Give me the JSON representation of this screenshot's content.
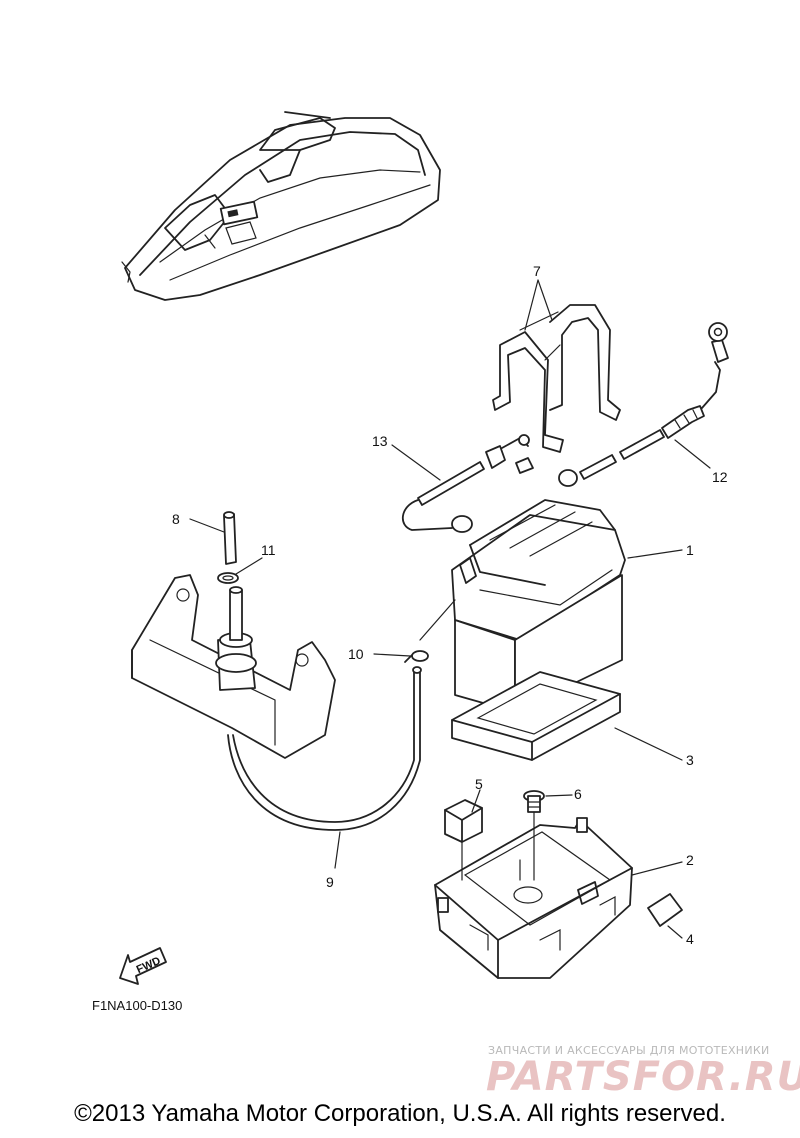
{
  "diagram": {
    "callouts": [
      "1",
      "2",
      "3",
      "4",
      "5",
      "6",
      "7",
      "8",
      "9",
      "10",
      "11",
      "12",
      "13"
    ],
    "figure_code": "F1NA100-D130",
    "fwd_label": "FWD"
  },
  "watermark": {
    "tagline": "ЗАПЧАСТИ И АКСЕССУАРЫ ДЛЯ МОТОТЕХНИКИ",
    "logo": "PARTSFOR.RU"
  },
  "footer": {
    "copyright": "©2013 Yamaha Motor Corporation, U.S.A. All rights reserved."
  }
}
